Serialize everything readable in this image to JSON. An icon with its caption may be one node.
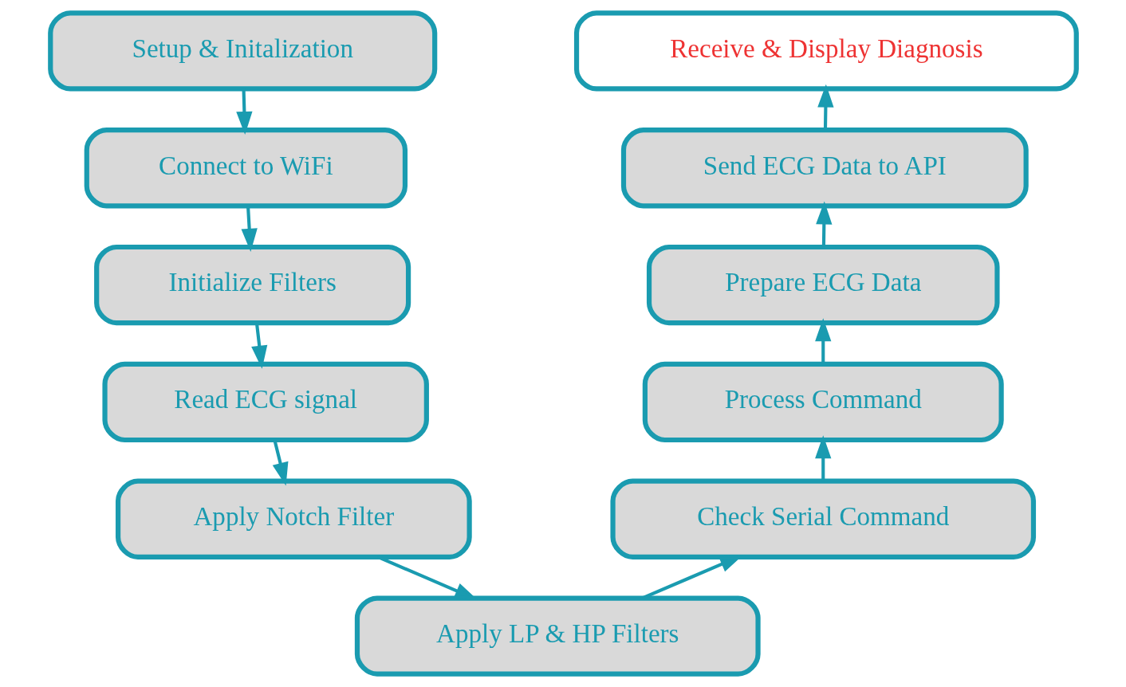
{
  "diagram": {
    "nodes": [
      {
        "text": [
          "Setup & Initalization"
        ]
      },
      {
        "text": [
          "Connect to WiFi"
        ]
      },
      {
        "text": [
          "Initialize Filters"
        ]
      },
      {
        "text": [
          "Read ECG signal"
        ]
      },
      {
        "text": [
          "Apply Notch Filter"
        ]
      },
      {
        "text": [
          "Apply LP & HP Filters"
        ]
      },
      {
        "text": [
          "Check Serial Command"
        ]
      },
      {
        "text": [
          "Process Command"
        ]
      },
      {
        "text": [
          "Prepare ECG Data"
        ]
      },
      {
        "text": [
          "Send ECG Data to API"
        ]
      },
      {
        "text": [
          "Receive & Display Diagnosis"
        ]
      }
    ],
    "edges": [
      {
        "from": 0,
        "to": 1,
        "arrow": "to"
      },
      {
        "from": 1,
        "to": 2,
        "arrow": "to"
      },
      {
        "from": 2,
        "to": 3,
        "arrow": "to"
      },
      {
        "from": 3,
        "to": 4,
        "arrow": "to"
      },
      {
        "from": 4,
        "to": 5,
        "arrow": "to"
      },
      {
        "from": 5,
        "to": 6,
        "arrow": "to"
      },
      {
        "from": 6,
        "to": 7,
        "arrow": "to"
      },
      {
        "from": 7,
        "to": 8,
        "arrow": "to"
      },
      {
        "from": 8,
        "to": 9,
        "arrow": "to"
      },
      {
        "from": 9,
        "to": 10,
        "arrow": "to"
      }
    ]
  }
}
